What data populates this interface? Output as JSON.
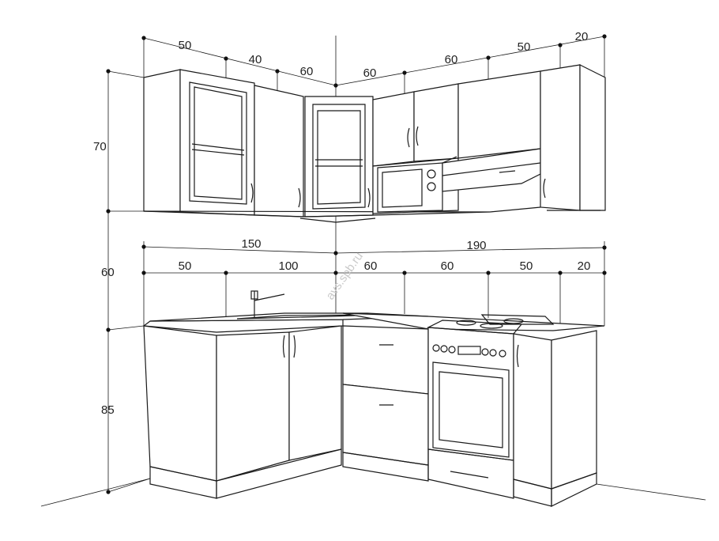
{
  "watermark": "avs.spb.ru",
  "dimensions": {
    "upper": {
      "left_wall": [
        "50",
        "40",
        "60"
      ],
      "right_wall": [
        "60",
        "60",
        "50",
        "20"
      ],
      "height": "70"
    },
    "lower": {
      "left_total": "150",
      "right_total": "190",
      "left_wall": [
        "50",
        "100"
      ],
      "right_wall": [
        "60",
        "60",
        "50",
        "20"
      ],
      "gap_height": "60",
      "base_height": "85"
    }
  },
  "colors": {
    "line": "#1a1a1a",
    "watermark": "#c9c9c9",
    "background": "#ffffff"
  }
}
